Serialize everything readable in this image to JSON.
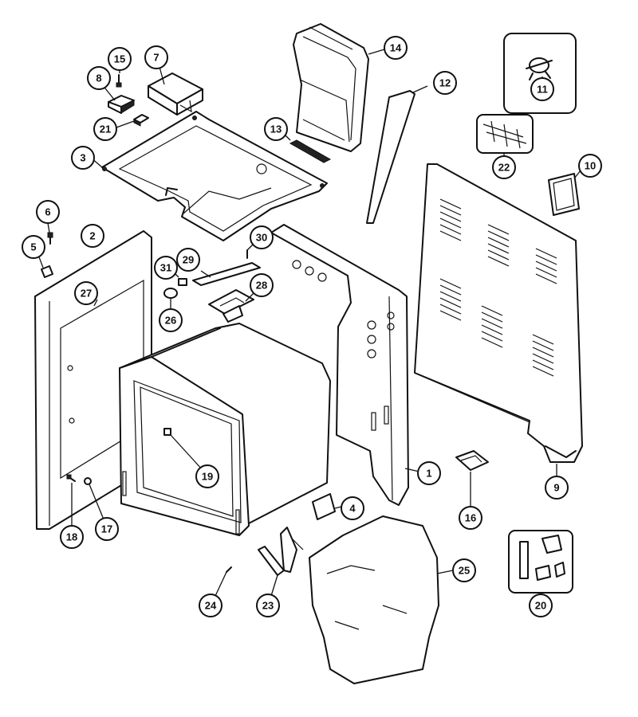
{
  "callouts": [
    {
      "id": "c1",
      "label": "1"
    },
    {
      "id": "c2",
      "label": "2"
    },
    {
      "id": "c3",
      "label": "3"
    },
    {
      "id": "c4",
      "label": "4"
    },
    {
      "id": "c5",
      "label": "5"
    },
    {
      "id": "c6",
      "label": "6"
    },
    {
      "id": "c7",
      "label": "7"
    },
    {
      "id": "c8",
      "label": "8"
    },
    {
      "id": "c9",
      "label": "9"
    },
    {
      "id": "c10",
      "label": "10"
    },
    {
      "id": "c11",
      "label": "11"
    },
    {
      "id": "c12",
      "label": "12"
    },
    {
      "id": "c13",
      "label": "13"
    },
    {
      "id": "c14",
      "label": "14"
    },
    {
      "id": "c15",
      "label": "15"
    },
    {
      "id": "c16",
      "label": "16"
    },
    {
      "id": "c17",
      "label": "17"
    },
    {
      "id": "c18",
      "label": "18"
    },
    {
      "id": "c19",
      "label": "19"
    },
    {
      "id": "c20",
      "label": "20"
    },
    {
      "id": "c21",
      "label": "21"
    },
    {
      "id": "c22",
      "label": "22"
    },
    {
      "id": "c23",
      "label": "23"
    },
    {
      "id": "c24",
      "label": "24"
    },
    {
      "id": "c25",
      "label": "25"
    },
    {
      "id": "c26",
      "label": "26"
    },
    {
      "id": "c27",
      "label": "27"
    },
    {
      "id": "c28",
      "label": "28"
    },
    {
      "id": "c29",
      "label": "29"
    },
    {
      "id": "c30",
      "label": "30"
    },
    {
      "id": "c31",
      "label": "31"
    }
  ]
}
